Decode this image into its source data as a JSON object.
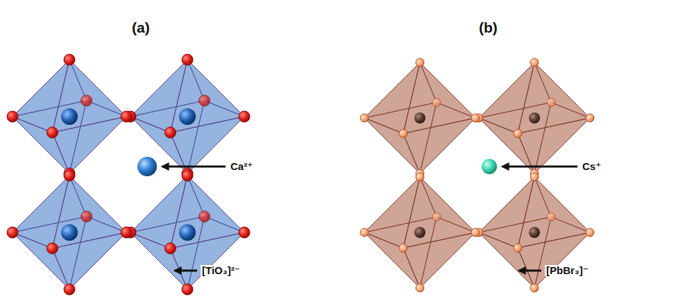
{
  "diagram": {
    "labels": [
      "(a)",
      "(b)",
      "Ca²⁺",
      "[TiO₃]²⁻",
      "Cs⁺",
      "[PbBr₃]⁻"
    ]
  }
}
